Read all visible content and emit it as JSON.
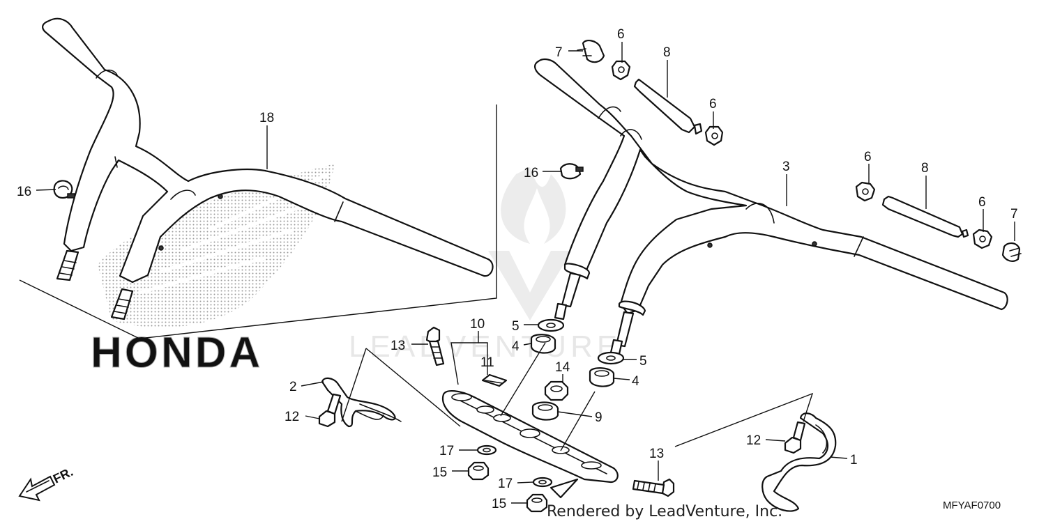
{
  "diagram": {
    "callouts": {
      "c1": "1",
      "c2": "2",
      "c3": "3",
      "c4a": "4",
      "c4b": "4",
      "c5a": "5",
      "c5b": "5",
      "c6a": "6",
      "c6b": "6",
      "c6c": "6",
      "c6d": "6",
      "c7a": "7",
      "c7b": "7",
      "c8a": "8",
      "c8b": "8",
      "c9": "9",
      "c10": "10",
      "c11": "11",
      "c12a": "12",
      "c12b": "12",
      "c13a": "13",
      "c13b": "13",
      "c14": "14",
      "c15a": "15",
      "c15b": "15",
      "c16a": "16",
      "c16b": "16",
      "c17a": "17",
      "c17b": "17",
      "c18": "18"
    },
    "watermark_text": "LEADVENTURE",
    "brand_text": "HONDA",
    "direction_label": "FR.",
    "footer_text": "Rendered by LeadVenture, Inc.",
    "diagram_code": "MFYAF0700"
  }
}
